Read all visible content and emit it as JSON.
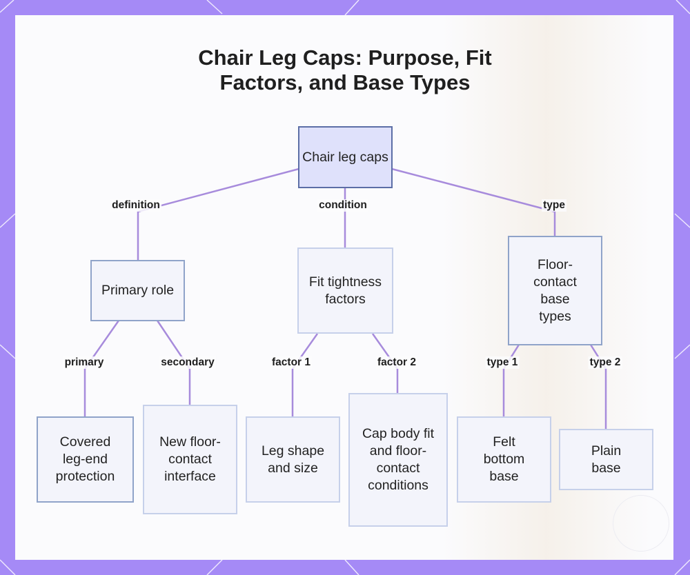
{
  "title_lines": [
    "Chair Leg Caps: Purpose, Fit",
    "Factors, and Base Types"
  ],
  "nodes": {
    "root": "Chair leg caps",
    "primary_role": "Primary role",
    "fit_factors": "Fit tightness factors",
    "base_types": "Floor-contact base types",
    "covered": "Covered leg-end protection",
    "new_interface": "New floor-contact interface",
    "leg_shape": "Leg shape and size",
    "cap_body": "Cap body fit and floor-contact conditions",
    "felt": "Felt bottom base",
    "plain": "Plain base"
  },
  "edges": {
    "definition": "definition",
    "condition": "condition",
    "type": "type",
    "primary": "primary",
    "secondary": "secondary",
    "factor1": "factor 1",
    "factor2": "factor 2",
    "type1": "type 1",
    "type2": "type 2"
  },
  "colors": {
    "frame": "#a58af6",
    "edge": "#a78bdc",
    "root_fill": "#dfe1fb",
    "node_fill": "#f3f4fb"
  }
}
